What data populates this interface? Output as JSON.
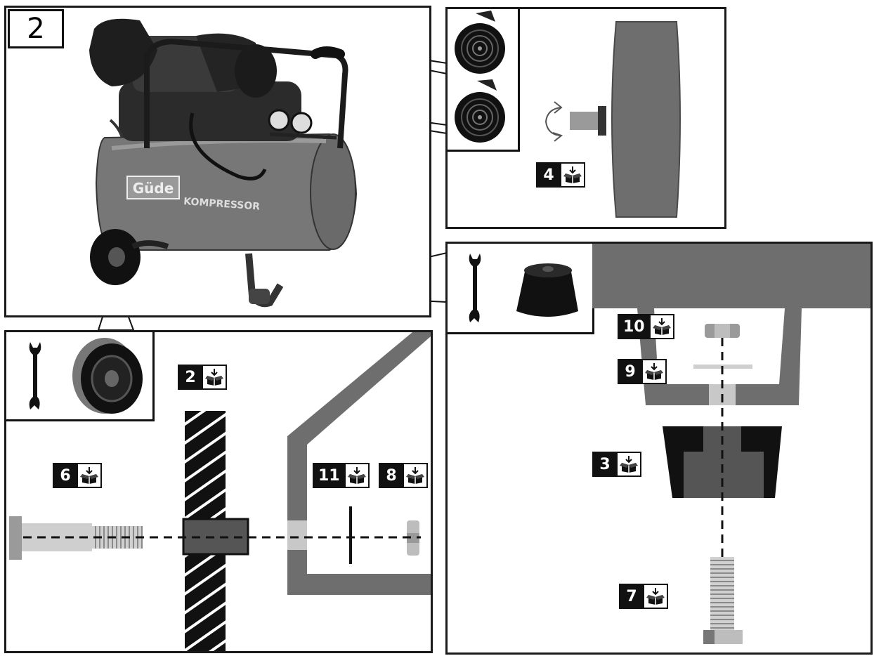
{
  "figure": {
    "number": "2"
  },
  "brand": {
    "logo": "Güde",
    "product_label": "KOMPRESSOR"
  },
  "badges": {
    "b4": "4",
    "b2": "2",
    "b6": "6",
    "b11": "11",
    "b8": "8",
    "b10": "10",
    "b9": "9",
    "b3": "3",
    "b7": "7"
  },
  "icons": {
    "tool": "wrench-icon",
    "parts": "parts-box-icon",
    "rotate": "rotate-arrow-icon"
  },
  "colors": {
    "gray_dark": "#333333",
    "gray_mid": "#666666",
    "gray_light": "#bdbdbd",
    "black": "#111111"
  }
}
